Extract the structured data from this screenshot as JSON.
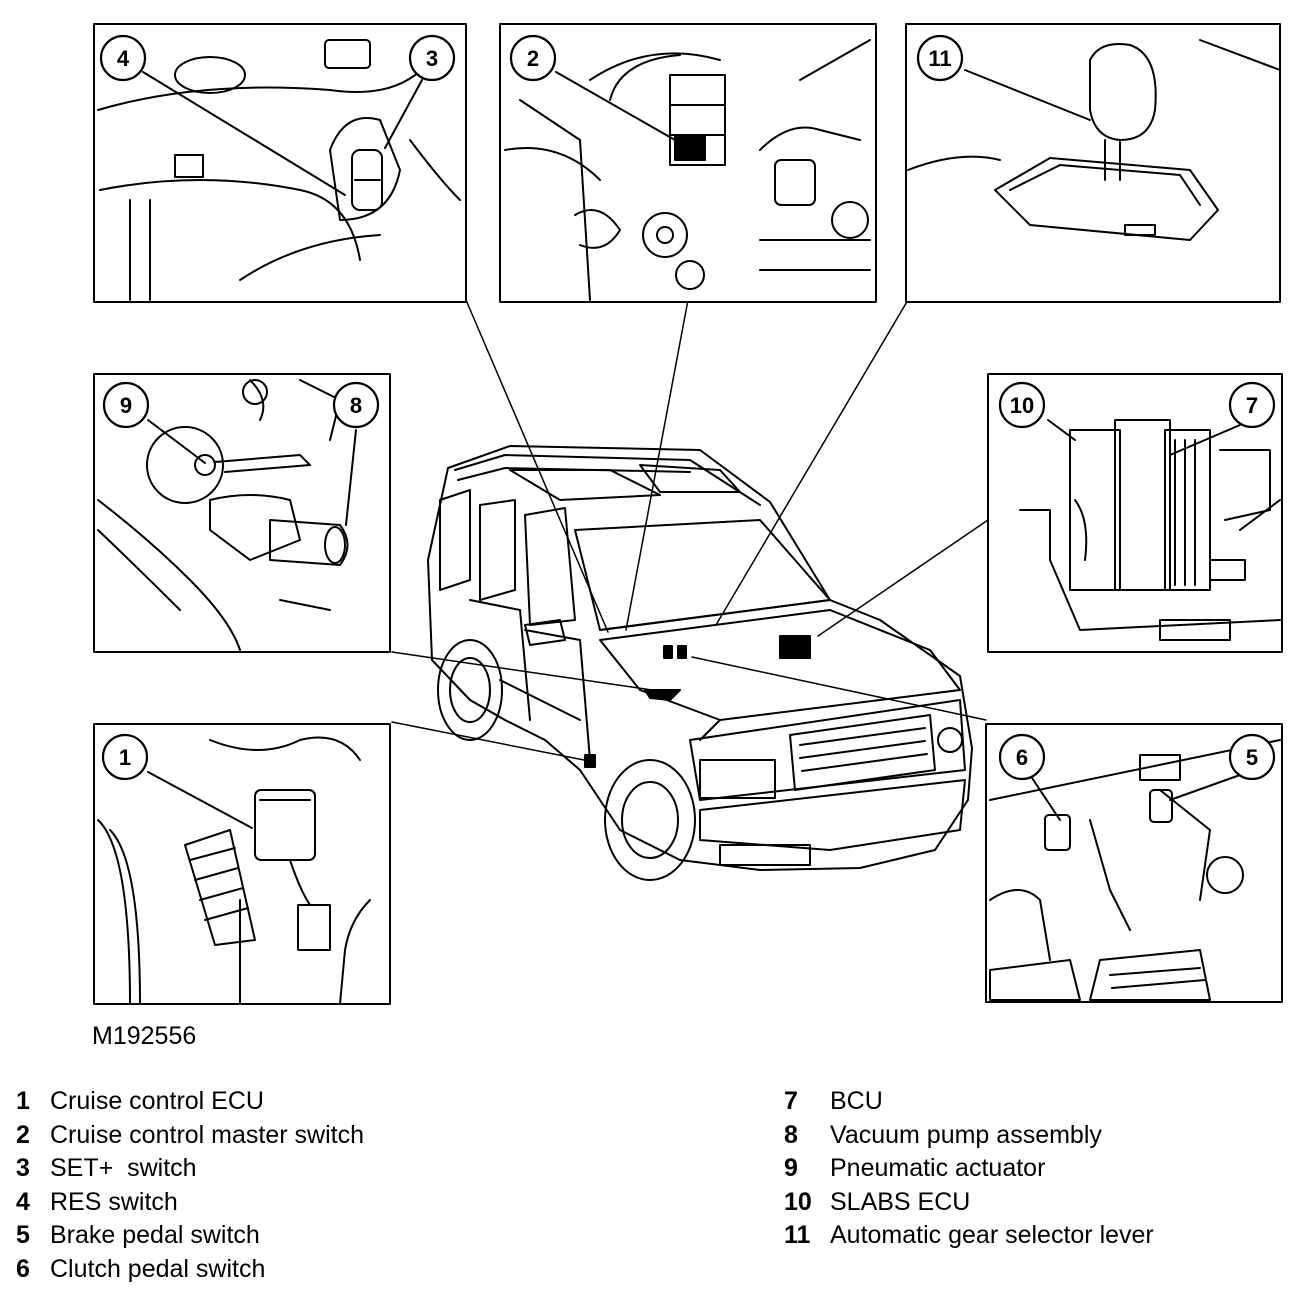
{
  "figure_ref": "M192556",
  "callouts": [
    "1",
    "2",
    "3",
    "4",
    "5",
    "6",
    "7",
    "8",
    "9",
    "10",
    "11"
  ],
  "legend_left": [
    {
      "num": "1",
      "label": "Cruise control ECU"
    },
    {
      "num": "2",
      "label": "Cruise control master switch"
    },
    {
      "num": "3",
      "label": "SET+  switch"
    },
    {
      "num": "4",
      "label": "RES switch"
    },
    {
      "num": "5",
      "label": "Brake pedal switch"
    },
    {
      "num": "6",
      "label": "Clutch pedal switch"
    }
  ],
  "legend_right": [
    {
      "num": "7",
      "label": "BCU"
    },
    {
      "num": "8",
      "label": "Vacuum pump assembly"
    },
    {
      "num": "9",
      "label": "Pneumatic actuator"
    },
    {
      "num": "10",
      "label": "SLABS ECU"
    },
    {
      "num": "11",
      "label": "Automatic gear selector lever"
    }
  ]
}
